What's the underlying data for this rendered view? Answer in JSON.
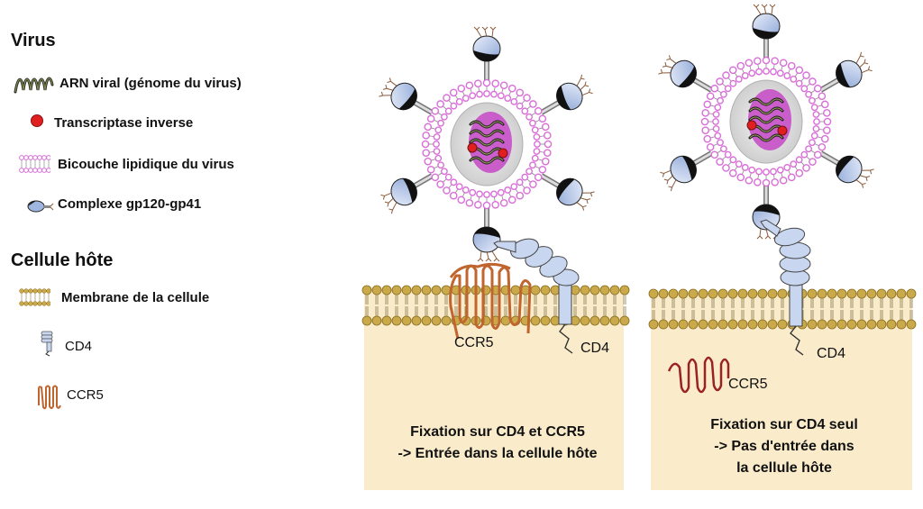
{
  "legend": {
    "virus_heading": "Virus",
    "items_virus": [
      {
        "icon": "viral-rna-icon",
        "label": "ARN viral (génome du virus)"
      },
      {
        "icon": "reverse-transcriptase-icon",
        "label": "Transcriptase inverse"
      },
      {
        "icon": "lipid-bilayer-virus-icon",
        "label": "Bicouche lipidique du virus"
      },
      {
        "icon": "gp120-gp41-complex-icon",
        "label": "Complexe gp120-gp41"
      }
    ],
    "host_heading": "Cellule hôte",
    "items_host": [
      {
        "icon": "cell-membrane-icon",
        "label": "Membrane de la cellule"
      },
      {
        "icon": "cd4-receptor-icon",
        "label": "CD4"
      },
      {
        "icon": "ccr5-coreceptor-icon",
        "label": "CCR5"
      }
    ]
  },
  "panels": [
    {
      "ccr5_label": "CCR5",
      "cd4_label": "CD4",
      "caption_line1": "Fixation sur CD4 et CCR5",
      "caption_line2": "-> Entrée dans la cellule hôte"
    },
    {
      "ccr5_label": "CCR5",
      "cd4_label": "CD4",
      "caption_line1": "Fixation sur CD4 seul",
      "caption_line2": "-> Pas d'entrée dans",
      "caption_line3": "la cellule hôte"
    }
  ],
  "colors": {
    "cytoplasm": "#faeccb",
    "membrane_head": "#c9a94a",
    "virus_bilayer": "#d86fd8",
    "capsid": "#e0e0e0",
    "capsid_core": "#c74fc7",
    "transcriptase": "#e02020",
    "gp120": "#9fb7e0",
    "cd4": "#c8d6f0",
    "ccr5": "#c0652e",
    "ccr5_unbound": "#9b2222"
  }
}
